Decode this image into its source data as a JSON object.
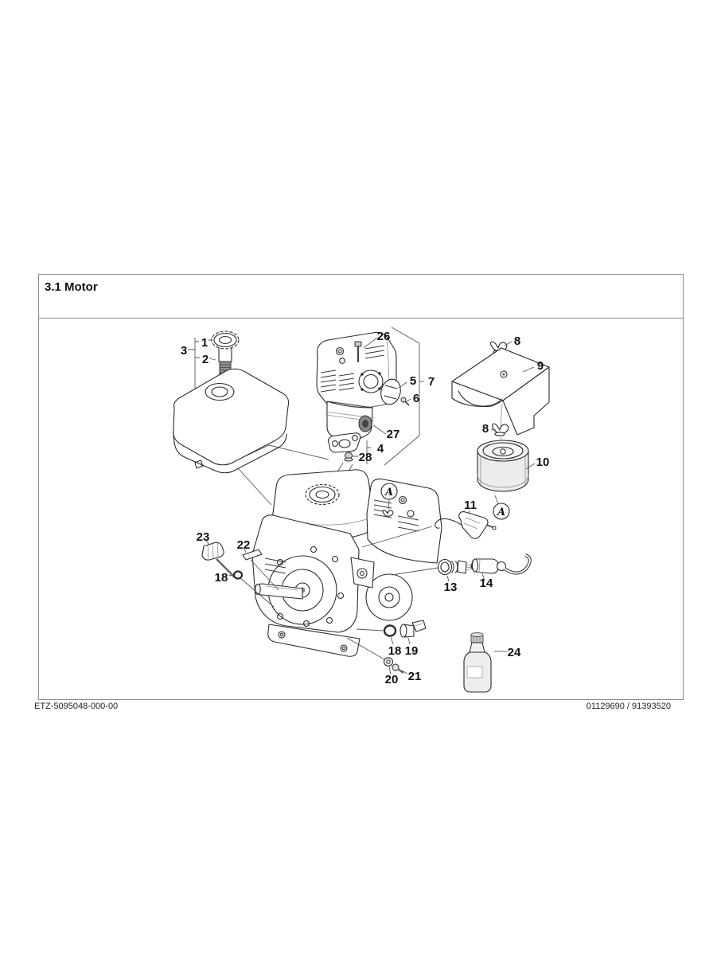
{
  "page": {
    "title": "3.1 Motor",
    "footer_left": "ETZ-5095048-000-00",
    "footer_right": "01129690 / 91393520"
  },
  "diagram": {
    "type": "exploded-parts-diagram",
    "subject": "Engine (Motor) exploded view with numbered part callouts",
    "callouts": {
      "c1": "1",
      "c2": "2",
      "c3": "3",
      "c4": "4",
      "c5": "5",
      "c6": "6",
      "c7": "7",
      "c8a": "8",
      "c8b": "8",
      "c9": "9",
      "c10": "10",
      "c11": "11",
      "c13": "13",
      "c14": "14",
      "c18a": "18",
      "c18b": "18",
      "c19": "19",
      "c20": "20",
      "c21": "21",
      "c22": "22",
      "c23": "23",
      "c24": "24",
      "c26": "26",
      "c27": "27",
      "c28": "28",
      "cAa": "A",
      "cAb": "A"
    }
  },
  "colors": {
    "frame_border": "#8c8c8c",
    "line": "#2b2b2b",
    "leader": "#565656",
    "shade_light": "#ececec",
    "shade_mid": "#c9c9c9",
    "shade_dark": "#6e6e6e",
    "background": "#ffffff"
  }
}
